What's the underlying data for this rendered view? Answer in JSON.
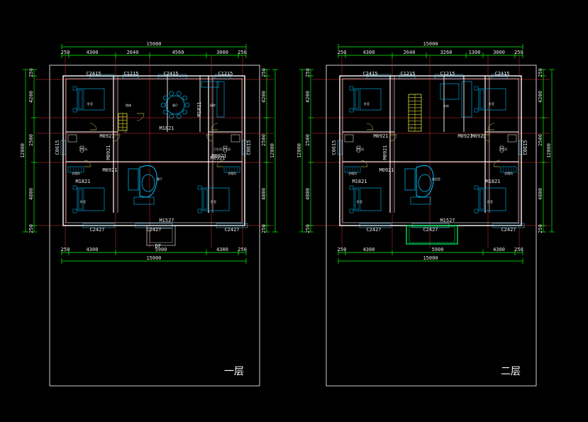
{
  "colors": {
    "background": "#000000",
    "frame": "#ffffff",
    "dimension": "#00ff00",
    "axis": "#e03030",
    "wall": "#ffffff",
    "furniture": "#00bfff",
    "stair": "#ffff33",
    "text": "#e6e6e6"
  },
  "plan1": {
    "sheet_label": "一层",
    "top_total": "15000",
    "top_segments": [
      "250",
      "4300",
      "2640",
      "4560",
      "3000",
      "250"
    ],
    "bottom_segments": [
      "250",
      "4300",
      "5900",
      "4300",
      "250"
    ],
    "bottom_total": "15000",
    "left_total": "12000",
    "left_segments": [
      "250",
      "4200",
      "2500",
      "4800",
      "250"
    ],
    "right_segments": [
      "250",
      "4200",
      "2500",
      "4800",
      "250"
    ],
    "right_total": "12000",
    "window_labels_top": [
      "C2415",
      "C1215",
      "C2415",
      "C1215"
    ],
    "window_labels_bottom": [
      "C2427",
      "C2427",
      "C2427"
    ],
    "side_window_left": "C0615",
    "side_window_right": "C0615",
    "door_labels": [
      "M1821",
      "M1821",
      "M0921",
      "M0921",
      "M0921",
      "M0921",
      "M1821",
      "M0921",
      "M1527"
    ],
    "room_labels": [
      "卧室",
      "楼梯",
      "餐厅",
      "厨房",
      "卫生间",
      "卫生间",
      "客厅",
      "卧室",
      "卧室",
      "衣帽间",
      "衣帽间",
      "卫生间"
    ],
    "stair_mark": "上",
    "entry_label": "DF"
  },
  "plan2": {
    "sheet_label": "二层",
    "top_total": "15000",
    "top_segments": [
      "250",
      "4300",
      "2640",
      "3260",
      "1300",
      "3000",
      "250"
    ],
    "bottom_segments": [
      "250",
      "4300",
      "5900",
      "4300",
      "250"
    ],
    "bottom_total": "15000",
    "left_total": "12000",
    "left_segments": [
      "250",
      "4200",
      "2500",
      "4800",
      "250"
    ],
    "right_segments": [
      "250",
      "4200",
      "2500",
      "4800",
      "250"
    ],
    "right_total": "12000",
    "window_labels_top": [
      "C2415",
      "C1215",
      "C1215",
      "C2415"
    ],
    "window_labels_bottom": [
      "C2427",
      "C2427",
      "C2427"
    ],
    "side_window_left": "C0615",
    "side_window_right": "C0615",
    "door_labels": [
      "M0921",
      "M0921",
      "M0921",
      "M0921",
      "M0921",
      "M1821",
      "M1821",
      "M1527"
    ],
    "room_labels": [
      "卧室",
      "卧室",
      "书房",
      "卫生间",
      "卫生间",
      "起居室",
      "卧室",
      "卧室",
      "衣帽间",
      "衣帽间"
    ],
    "stair_mark": "下"
  }
}
